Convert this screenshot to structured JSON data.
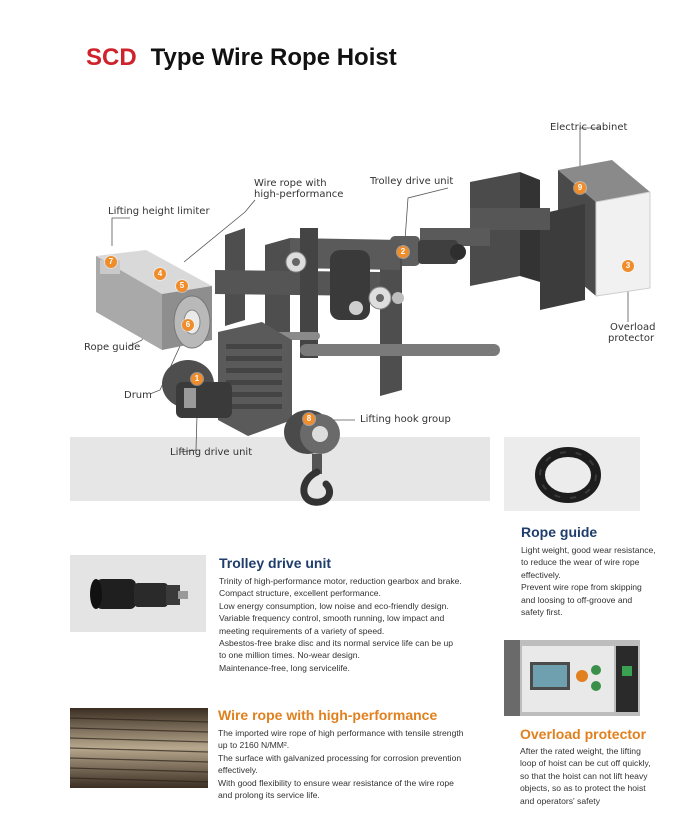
{
  "header": {
    "brand": "SCD",
    "title": "Type Wire Rope Hoist"
  },
  "diagram": {
    "callouts": {
      "electric_cabinet": "Electric cabinet",
      "trolley_drive_unit": "Trolley drive unit",
      "wire_rope_1": "Wire rope with",
      "wire_rope_2": "high-performance",
      "lifting_height_limiter": "Lifting height limiter",
      "overload_1": "Overload",
      "overload_2": "protector",
      "rope_guide": "Rope guide",
      "drum": "Drum",
      "lifting_hook_group": "Lifting hook group",
      "lifting_drive_unit": "Lifting drive unit"
    },
    "markers": [
      "1",
      "2",
      "3",
      "4",
      "5",
      "6",
      "7",
      "8",
      "9"
    ],
    "accent_color": "#f08c2a"
  },
  "rope_guide": {
    "title": "Rope guide",
    "lines": [
      "Light weight, good wear resistance,",
      "to reduce the wear of wire rope",
      "effectively.",
      "Prevent wire rope from skipping",
      "and loosing to off-groove and",
      "safety first."
    ]
  },
  "trolley": {
    "title": "Trolley drive unit",
    "lines": [
      "Trinity of high-performance motor, reduction gearbox and brake.",
      "Compact structure, excellent performance.",
      "Low energy consumption, low noise and eco-friendly design.",
      "Variable frequency control, smooth running, low impact and",
      "meeting requirements of a variety of speed.",
      "Asbestos-free brake disc and its normal service life can be up",
      "to one million times. No-wear design.",
      "Maintenance-free, long servicelife."
    ]
  },
  "overload": {
    "title": "Overload protector",
    "lines": [
      "After the rated weight, the lifting",
      "loop of hoist can be cut off quickly,",
      "so that the hoist can not lift heavy",
      "objects, so as to protect the hoist",
      "and operators' safety"
    ]
  },
  "wire_rope": {
    "title": "Wire rope with high-performance",
    "lines": [
      "The imported wire rope of high performance with tensile strength",
      "up to 2160 N/MM².",
      "The surface with galvanized processing for corrosion prevention",
      "effectively.",
      "With good flexibility to ensure wear resistance of the wire rope",
      "and prolong its service life."
    ]
  },
  "colors": {
    "brand_red": "#d0222a",
    "heading_blue": "#1f3d6b",
    "heading_orange": "#e0801e"
  }
}
